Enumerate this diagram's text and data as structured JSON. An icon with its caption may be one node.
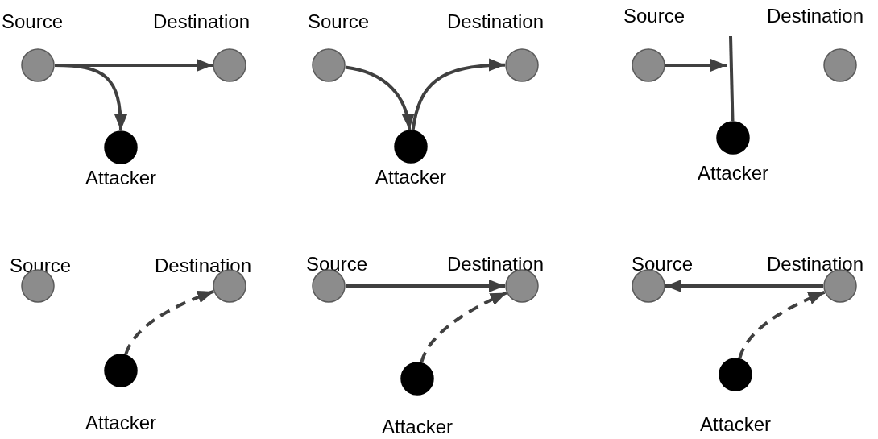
{
  "diagram": {
    "nodes": [
      {
        "text": [
          "Source"
        ]
      },
      {
        "text": [
          "Destination"
        ]
      },
      {
        "text": [
          "Attacker"
        ]
      },
      {
        "text": [
          "Source"
        ]
      },
      {
        "text": [
          "Destination"
        ]
      },
      {
        "text": [
          "Attacker"
        ]
      },
      {
        "text": [
          "Source"
        ]
      },
      {
        "text": [
          "Destination"
        ]
      },
      {
        "text": [
          "Attacker"
        ]
      },
      {
        "text": [
          "Source"
        ]
      },
      {
        "text": [
          "Destination"
        ]
      },
      {
        "text": [
          "Attacker"
        ]
      },
      {
        "text": [
          "Source"
        ]
      },
      {
        "text": [
          "Destination"
        ]
      },
      {
        "text": [
          "Attacker"
        ]
      },
      {
        "text": [
          "Source"
        ]
      },
      {
        "text": [
          "Destination"
        ]
      },
      {
        "text": [
          "Attacker"
        ]
      }
    ],
    "edges": [
      {
        "from": 0,
        "to": 1,
        "arrow": "to"
      },
      {
        "from": 0,
        "to": 2,
        "arrow": "to"
      },
      {
        "from": 3,
        "to": 5,
        "arrow": "to"
      },
      {
        "from": 5,
        "to": 4,
        "arrow": "to"
      },
      {
        "from": 6,
        "to": null,
        "arrow": "to"
      },
      {
        "from": 8,
        "to": null,
        "arrow": "none"
      },
      {
        "from": 11,
        "to": 10,
        "arrow": "to",
        "style": "dashed"
      },
      {
        "from": 12,
        "to": 13,
        "arrow": "to"
      },
      {
        "from": 14,
        "to": 13,
        "arrow": "to",
        "style": "dashed"
      },
      {
        "from": 16,
        "to": 15,
        "arrow": "to"
      },
      {
        "from": 17,
        "to": 16,
        "arrow": "to",
        "style": "dashed"
      }
    ]
  }
}
